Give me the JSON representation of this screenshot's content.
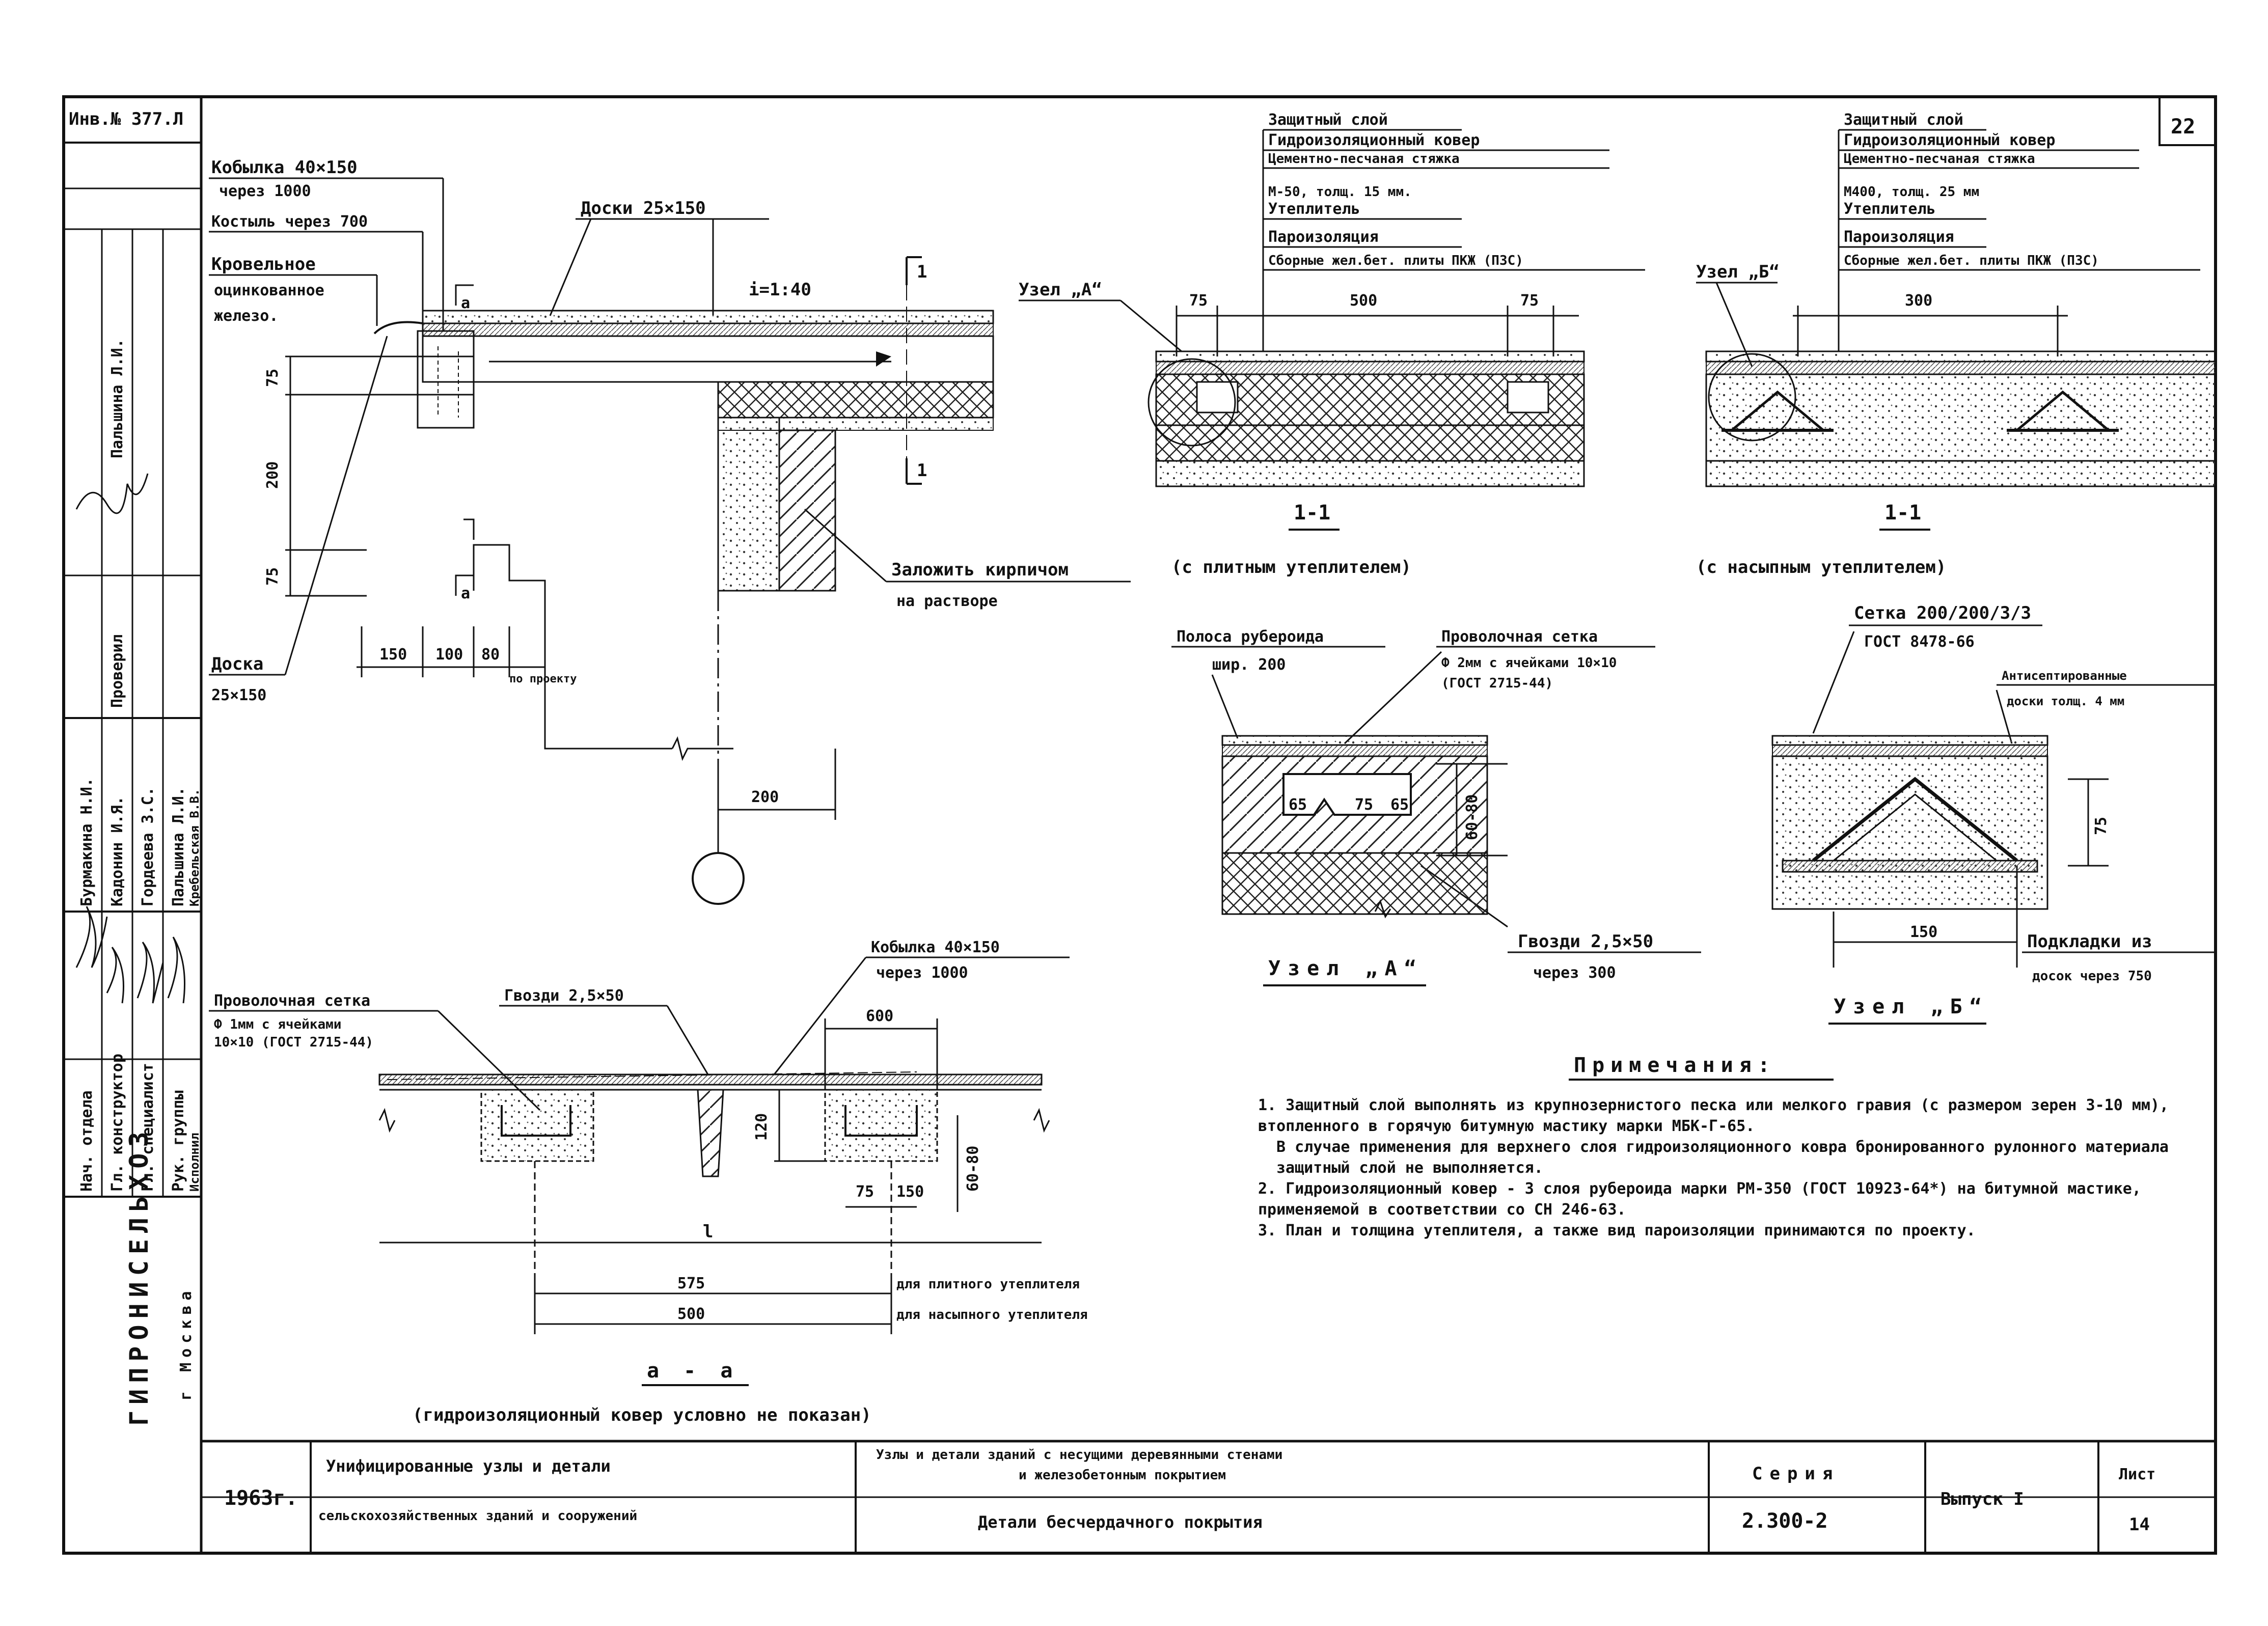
{
  "stamp": {
    "archive_no": "Инв.№ 377.Л",
    "page_no": "22",
    "org": "ГИПРОНИСЕЛЬХОЗ",
    "city": "г Москва",
    "year": "1963г.",
    "title_left_1": "Унифицированные узлы и детали",
    "title_left_2": "сельскохозяйственных зданий и сооружений",
    "title_mid_1": "Узлы и детали зданий с несущими деревянными стенами",
    "title_mid_2": "и железобетонным покрытием",
    "title_mid_3": "Детали бесчердачного покрытия",
    "series_label": "Серия",
    "series_no": "2.300-2",
    "issue": "Выпуск I",
    "sheet_label": "Лист",
    "sheet_no": "14"
  },
  "left_sidebar": {
    "names": [
      "Бурмакина Н.И.",
      "Кадонин И.Я.",
      "Гордеева З.С.",
      "Пальшина Л.И.",
      "Кребельская В.В."
    ],
    "roles": [
      "Нач. отдела",
      "Гл. конструктор",
      "Гл. специалист",
      "Рук. группы",
      "Исполнил"
    ],
    "vertical_top_1": "Пальшина Л.И.",
    "vertical_top_2": "Проверил"
  },
  "main_detail": {
    "labels": {
      "kobylka": "Кобылка 40×150",
      "kobylka_step": "через 1000",
      "kostyl": "Костыль через 700",
      "roof_iron_1": "Кровельное",
      "roof_iron_2": "оцинкованное",
      "roof_iron_3": "железо.",
      "boards": "Доски 25×150",
      "slope": "i=1:40",
      "section_mark": "1",
      "brick_fill_1": "Заложить кирпичом",
      "brick_fill_2": "на растворе",
      "board_low_1": "Доска",
      "board_low_2": "25×150",
      "node_a_mark": "а",
      "by_design": "по проекту"
    },
    "dims": [
      "75",
      "200",
      "75",
      "150",
      "100",
      "80",
      "200"
    ]
  },
  "section_11_left": {
    "layers": [
      "Защитный слой",
      "Гидроизоляционный ковер",
      "Цементно-песчаная стяжка",
      "М-50, толщ. 15 мм.",
      "Утеплитель",
      "Пароизоляция",
      "Сборные жел.бет. плиты ПКЖ (ПЗС)"
    ],
    "node_label": "Узел „А“",
    "dims": [
      "75",
      "500",
      "75"
    ],
    "section_label": "1-1",
    "caption": "(с плитным утеплителем)"
  },
  "section_11_right": {
    "layers": [
      "Защитный слой",
      "Гидроизоляционный ковер",
      "Цементно-песчаная стяжка",
      "М400, толщ. 25 мм",
      "Утеплитель",
      "Пароизоляция",
      "Сборные жел.бет. плиты ПКЖ (ПЗС)"
    ],
    "node_label": "Узел „Б“",
    "dims": [
      "300"
    ],
    "section_label": "1-1",
    "caption": "(с насыпным утеплителем)"
  },
  "node_a": {
    "labels": {
      "ruberoid_strip_1": "Полоса рубероида",
      "ruberoid_strip_2": "шир. 200",
      "mesh_1": "Проволочная сетка",
      "mesh_2": "Ф 2мм с ячейками 10×10",
      "mesh_3": "(ГОСТ 2715-44)",
      "nails_1": "Гвозди 2,5×50",
      "nails_2": "через 300"
    },
    "dims": [
      "65",
      "75",
      "65",
      "60-80"
    ],
    "title": "Узел „А“"
  },
  "node_b": {
    "labels": {
      "mesh_1": "Сетка 200/200/3/3",
      "mesh_2": "ГОСТ 8478-66",
      "board_1": "Антисептированные",
      "board_2": "доски толщ. 4 мм",
      "support_1": "Подкладки из",
      "support_2": "досок через 750"
    },
    "dims": [
      "75",
      "150"
    ],
    "title": "Узел „Б“"
  },
  "section_aa": {
    "labels": {
      "mesh_1": "Проволочная сетка",
      "mesh_2": "Ф 1мм с ячейками",
      "mesh_3": "10×10 (ГОСТ 2715-44)",
      "nails": "Гвозди 2,5×50",
      "kobylka_1": "Кобылка 40×150",
      "kobylka_2": "через 1000",
      "l": "l",
      "l1_value": "575",
      "l1_label": "для плитного утеплителя",
      "l2_value": "500",
      "l2_label": "для насыпного утеплителя",
      "caption": "(гидроизоляционный ковер условно не показан)"
    },
    "dims": [
      "600",
      "120",
      "60-80",
      "75",
      "150"
    ],
    "title": "а - а"
  },
  "notes": {
    "title": "Примечания:",
    "items": [
      "1. Защитный слой выполнять из крупнозернистого песка или мелкого гравия (с размером зерен 3-10 мм), втопленного в горячую битумную мастику марки МБК-Г-65.",
      "В случае применения для верхнего слоя гидроизоляционного ковра бронированного рулонного материала защитный слой не выполняется.",
      "2. Гидроизоляционный ковер - 3 слоя рубероида марки РМ-350 (ГОСТ 10923-64*) на битумной мастике, применяемой в соответствии со СН 246-63.",
      "3. План и толщина утеплителя, а также вид пароизоляции принимаются по проекту."
    ]
  }
}
